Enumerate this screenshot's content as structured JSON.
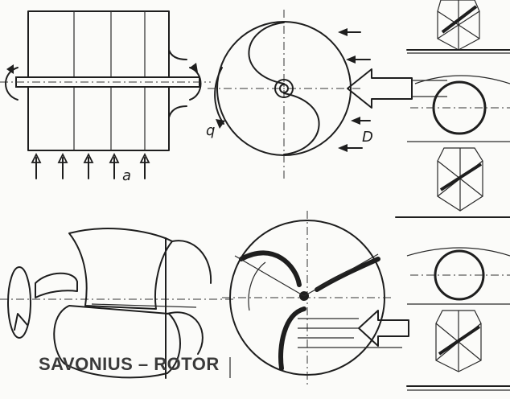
{
  "figure": {
    "title": "SAVONIUS – ROTOR",
    "labels": {
      "side_view": "a",
      "top_view_left": "q",
      "top_view_right": "D"
    }
  },
  "icons": {
    "flow_arrows": "wind-arrow-icon",
    "rotation_arrow": "rotation-arrow-icon",
    "lattice_tower": "lattice-tower-icon"
  }
}
